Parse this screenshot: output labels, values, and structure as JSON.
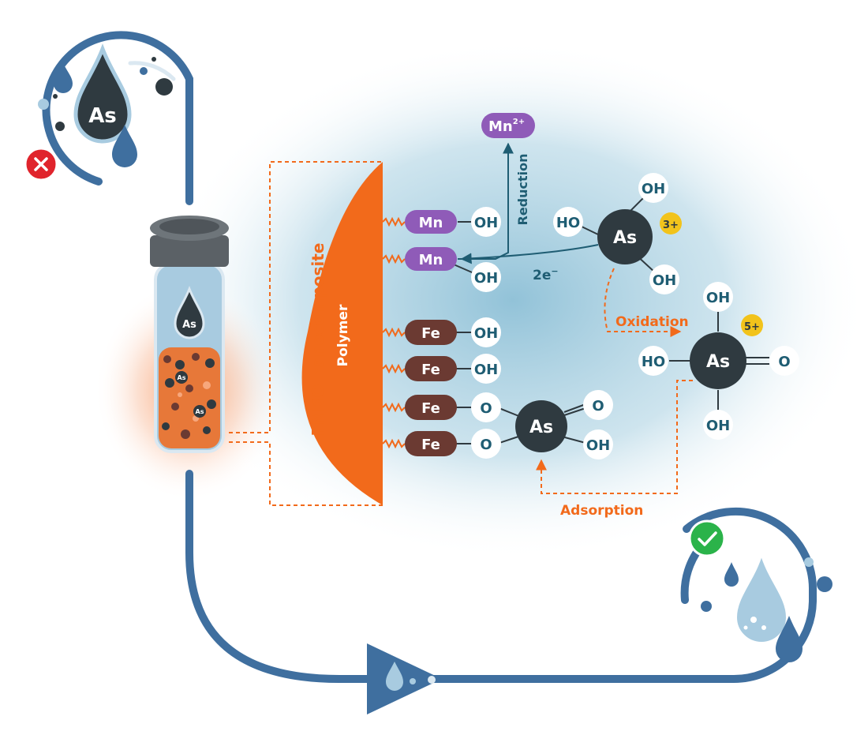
{
  "colors": {
    "pipe": "#3f6f9f",
    "orange": "#f26a1b",
    "polymer": "#f26a1b",
    "mn": "#8f5bb8",
    "fe": "#6b3a32",
    "as": "#2f3a40",
    "teal_text": "#1f5d73",
    "charge": "#f2c31b",
    "bad": "#e0242c",
    "good": "#2bb34a"
  },
  "icons": {
    "contaminated": "arsenic-water-drop-icon",
    "bad_status": "cross-icon",
    "good_status": "check-icon",
    "clean": "clean-water-drop-icon"
  },
  "contaminated_drop_label": "As",
  "vial": {
    "drop_label": "As",
    "particle_label_1": "As",
    "particle_label_2": "As"
  },
  "composite_label": "FMBO nanocomposite",
  "polymer_label": "Polymer",
  "sites": [
    {
      "metal": "Mn",
      "ligand": "OH"
    },
    {
      "metal": "Mn",
      "ligand": "OH"
    },
    {
      "metal": "Fe",
      "ligand": "OH"
    },
    {
      "metal": "Fe",
      "ligand": "OH"
    },
    {
      "metal": "Fe",
      "ligand": "O"
    },
    {
      "metal": "Fe",
      "ligand": "O"
    }
  ],
  "reduction": {
    "product_base": "Mn",
    "product_charge": "2+",
    "label": "Reduction",
    "electrons_base": "2e",
    "electrons_sup": "−"
  },
  "as3": {
    "center": "As",
    "charge": "3+",
    "top": "OH",
    "left": "HO",
    "bottom": "OH"
  },
  "oxidation_label": "Oxidation",
  "as5": {
    "center": "As",
    "charge": "5+",
    "top": "OH",
    "left": "HO",
    "right": "O",
    "bottom": "OH"
  },
  "adsorbed": {
    "center": "As",
    "top": "O",
    "bottom": "OH"
  },
  "adsorption_label": "Adsorption"
}
